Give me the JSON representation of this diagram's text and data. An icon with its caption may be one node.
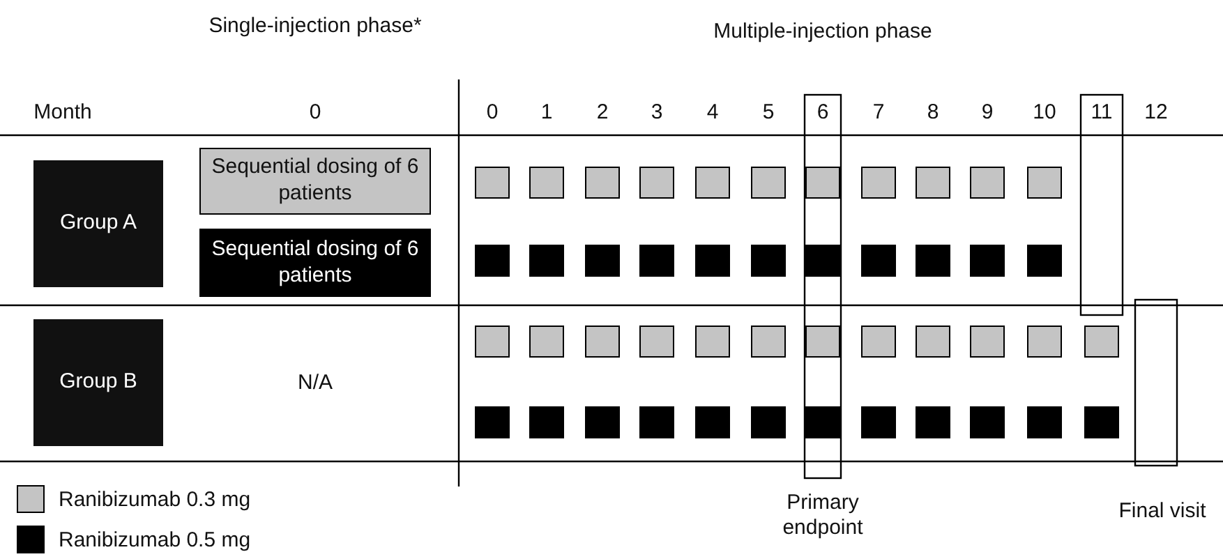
{
  "diagram": {
    "nodes": [
      {
        "text": [
          "Group A"
        ]
      },
      {
        "text": [
          "Sequential dosing of 6 patients"
        ]
      },
      {
        "text": [
          "Sequential dosing of 6 patients"
        ]
      },
      {
        "text": [
          "Group B"
        ]
      }
    ],
    "labels": [
      "Single-injection phase*",
      "Multiple-injection phase",
      "Month",
      "0",
      "0",
      "1",
      "2",
      "3",
      "4",
      "5",
      "6",
      "7",
      "8",
      "9",
      "10",
      "11",
      "12",
      "N/A",
      "Primary endpoint",
      "Final visit"
    ],
    "legend": [
      {
        "text": "Ranibizumab 0.3 mg",
        "color": "#c4c4c4"
      },
      {
        "text": "Ranibizumab 0.5 mg",
        "color": "#000000"
      }
    ]
  }
}
